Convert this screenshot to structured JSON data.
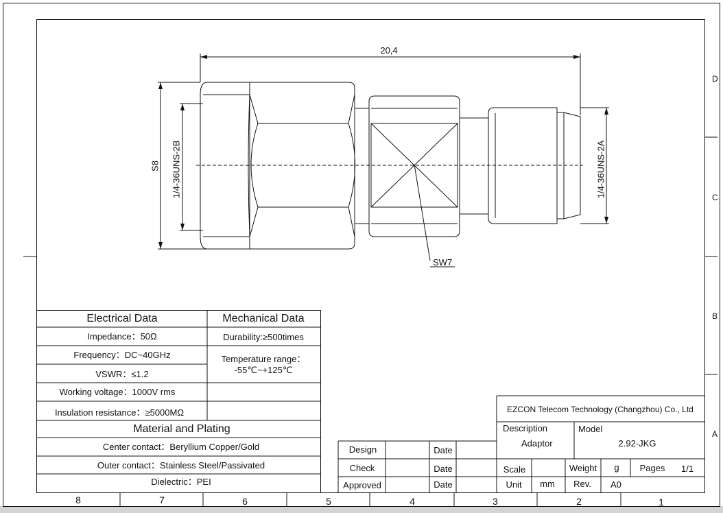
{
  "drawing": {
    "dim_length": "20,4",
    "dim_hex_left": "S8",
    "dim_thread_left": "1/4-36UNS-2B",
    "dim_thread_right": "1/4-36UNS-2A",
    "dim_wrench": "SW7"
  },
  "grid": {
    "columns": [
      "8",
      "7",
      "6",
      "5",
      "4",
      "3",
      "2",
      "1"
    ],
    "rows": [
      "D",
      "C",
      "B",
      "A"
    ]
  },
  "specs": {
    "electrical_title": "Electrical Data",
    "mechanical_title": "Mechanical Data",
    "impedance": "Impedance：50Ω",
    "frequency": "Frequency：DC~40GHz",
    "vswr": "VSWR：≤1.2",
    "working_voltage": "Working voltage：1000V rms",
    "insulation": "Insulation resistance：≥5000MΩ",
    "durability": "Durability:≥500times",
    "temp_label": "Temperature range：",
    "temp_value": "-55℃~+125℃",
    "material_title": "Material and Plating",
    "center_contact": "Center contact：Beryllium Copper/Gold",
    "outer_contact": "Outer contact：Stainless Steel/Passivated",
    "dielectric": "Dielectric：PEI"
  },
  "approval": {
    "design": "Design",
    "check": "Check",
    "approved": "Approved",
    "date": "Date"
  },
  "titleblock": {
    "company": "EZCON Telecom Technology (Changzhou) Co., Ltd",
    "description_label": "Description",
    "description_value": "Adaptor",
    "model_label": "Model",
    "model_value": "2.92-JKG",
    "scale_label": "Scale",
    "weight_label": "Weight",
    "weight_value": "g",
    "pages_label": "Pages",
    "pages_value": "1/1",
    "unit_label": "Unit",
    "unit_value": "mm",
    "rev_label": "Rev.",
    "rev_value": "A0"
  }
}
